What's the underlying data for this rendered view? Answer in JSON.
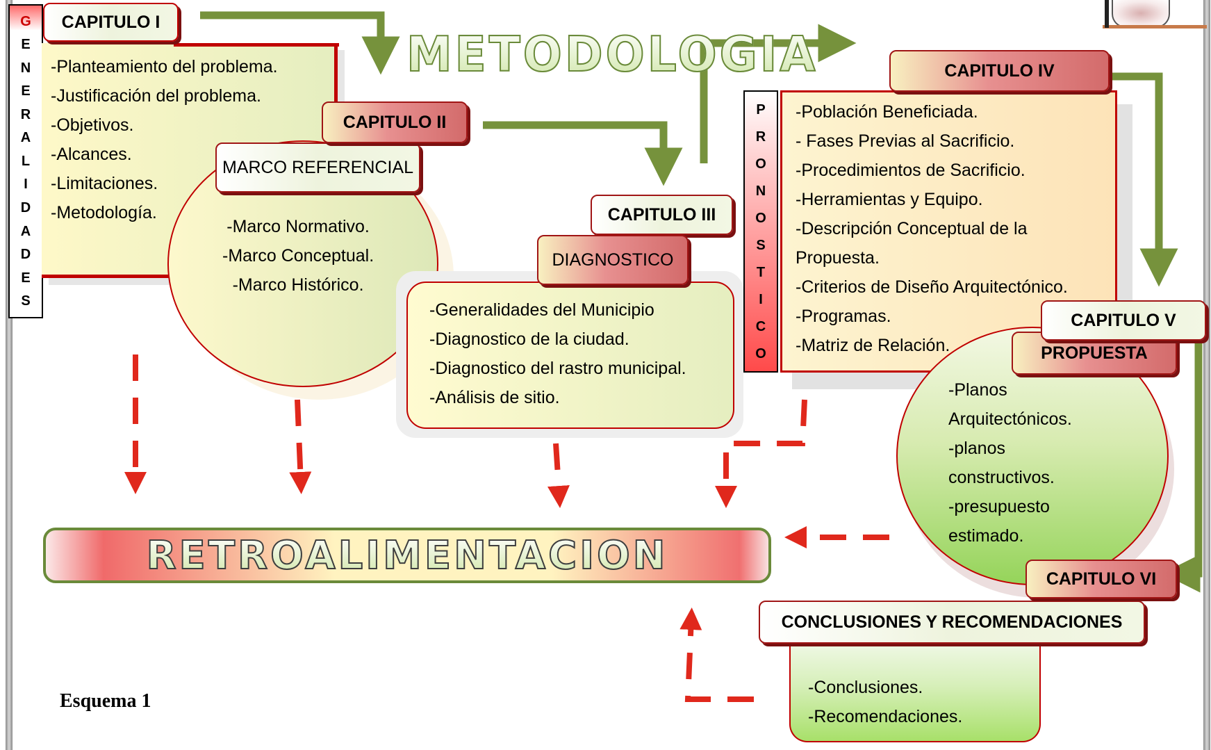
{
  "title": "METODOLOGIA",
  "feedback_banner": "RETROALIMENTACION",
  "caption": "Esquema 1",
  "generalidades": {
    "vertical": [
      "G",
      "E",
      "N",
      "E",
      "R",
      "A",
      "L",
      "I",
      "D",
      "A",
      "D",
      "E",
      "S"
    ]
  },
  "pronostico": {
    "vertical": [
      "P",
      "R",
      "O",
      "N",
      "O",
      "S",
      "T",
      "I",
      "C",
      "O"
    ]
  },
  "cap1": {
    "tab": "CAPITULO I",
    "items": [
      "-Planteamiento del problema.",
      "-Justificación del problema.",
      "-Objetivos.",
      "-Alcances.",
      "-Limitaciones.",
      "-Metodología."
    ]
  },
  "cap2": {
    "tab": "CAPITULO II",
    "subtitle": "MARCO REFERENCIAL",
    "items": [
      "-Marco Normativo.",
      "-Marco Conceptual.",
      "-Marco Histórico."
    ]
  },
  "cap3": {
    "tab": "CAPITULO III",
    "subtitle": "DIAGNOSTICO",
    "items": [
      "-Generalidades del Municipio",
      "-Diagnostico de la ciudad.",
      "-Diagnostico del rastro municipal.",
      "-Análisis de sitio."
    ]
  },
  "cap4": {
    "tab": "CAPITULO IV",
    "items": [
      "-Población Beneficiada.",
      "- Fases Previas al Sacrificio.",
      "-Procedimientos de Sacrificio.",
      "-Herramientas y Equipo.",
      "-Descripción Conceptual de la",
      "Propuesta.",
      "-Criterios de Diseño Arquitectónico.",
      "-Programas.",
      "-Matriz de Relación."
    ]
  },
  "cap5": {
    "tab": "CAPITULO V",
    "subtitle": "PROPUESTA",
    "items": [
      "-Planos",
      "Arquitectónicos.",
      "-planos",
      "constructivos.",
      "-presupuesto",
      "estimado."
    ]
  },
  "cap6": {
    "tab": "CAPITULO VI",
    "subtitle": "CONCLUSIONES Y RECOMENDACIONES",
    "items": [
      "-Conclusiones.",
      "-Recomendaciones."
    ]
  },
  "colors": {
    "flow_arrow": "#76923c",
    "feedback_arrow": "#e0281c",
    "frame_red": "#c00000"
  }
}
